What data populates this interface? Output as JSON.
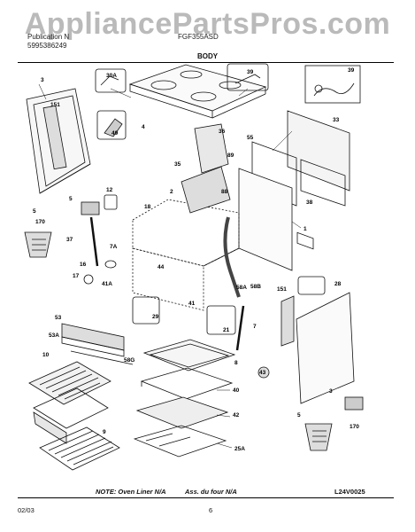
{
  "watermark": "AppliancePartsPros.com",
  "header": {
    "publication_label": "Publication N",
    "publication_number": "5995386249",
    "model": "FGF355ASD",
    "section": "BODY"
  },
  "callouts": [
    "3",
    "151",
    "4",
    "30A",
    "39",
    "39",
    "49",
    "5",
    "5",
    "170",
    "37",
    "7A",
    "16",
    "17",
    "41A",
    "44",
    "12",
    "2",
    "18",
    "88",
    "36",
    "35",
    "89",
    "55",
    "33",
    "38",
    "1",
    "58A",
    "58B",
    "151",
    "28",
    "41",
    "29",
    "21",
    "7",
    "53",
    "53A",
    "58G",
    "8",
    "43",
    "40",
    "42",
    "25A",
    "10",
    "9",
    "3",
    "5",
    "170"
  ],
  "footer": {
    "note_en": "NOTE: Oven Liner N/A",
    "note_fr": "Ass. du four N/A",
    "diagram_code": "L24V0025",
    "date": "02/03",
    "page": "6"
  }
}
